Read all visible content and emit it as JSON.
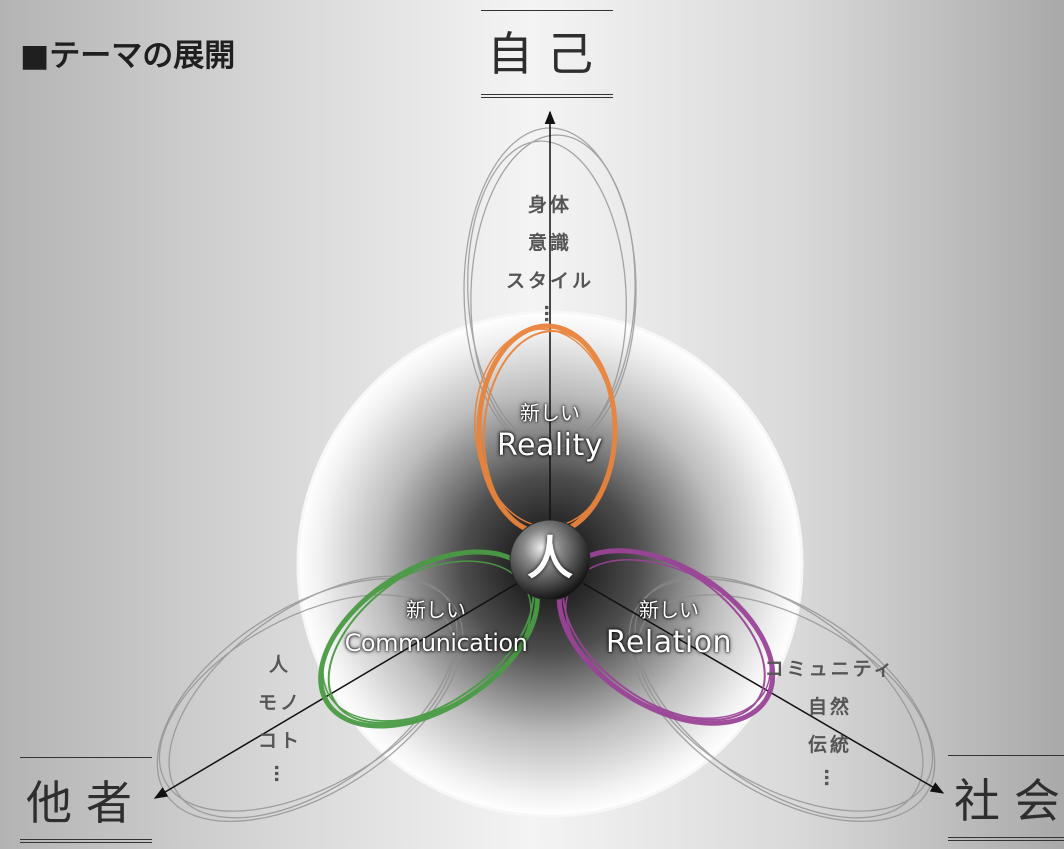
{
  "title": "■テーマの展開",
  "axes": {
    "self": "自己",
    "others": "他者",
    "society": "社会"
  },
  "center": "人",
  "petals": {
    "reality": {
      "prefix": "新しい",
      "label": "Reality",
      "color": "#e9843c"
    },
    "communication": {
      "prefix": "新しい",
      "label": "Communication",
      "color": "#4a9b45"
    },
    "relation": {
      "prefix": "新しい",
      "label": "Relation",
      "color": "#9a4497"
    }
  },
  "lists": {
    "self": [
      "身体",
      "意識",
      "スタイル"
    ],
    "others": [
      "人",
      "モノ",
      "コト"
    ],
    "society": [
      "コミュニティ",
      "自然",
      "伝統"
    ],
    "ellipsis": "…"
  }
}
